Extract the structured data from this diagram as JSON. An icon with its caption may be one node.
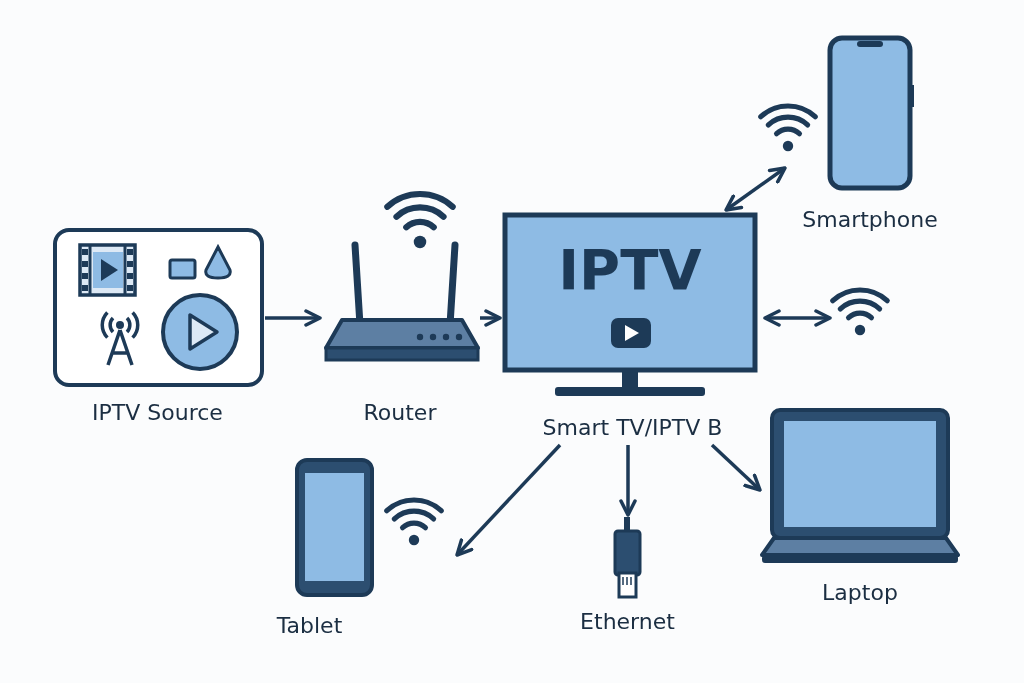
{
  "diagram": {
    "nodes": [
      {
        "text": [
          "IPTV Source"
        ]
      },
      {
        "text": [
          "Router"
        ]
      },
      {
        "text": [
          "IPTV",
          "Smart TV/IPTV B"
        ]
      },
      {
        "text": [
          "Smartphone"
        ]
      },
      {
        "text": [],
        "shape": "picture"
      },
      {
        "text": [
          "Laptop"
        ]
      },
      {
        "text": [
          "Ethernet"
        ]
      },
      {
        "text": [
          "Tablet"
        ]
      }
    ],
    "edges": [
      {
        "from": 0,
        "to": 1,
        "arrow": "to"
      },
      {
        "from": 1,
        "to": 2,
        "arrow": "to"
      },
      {
        "from": 2,
        "to": 3,
        "arrow": "both"
      },
      {
        "from": 2,
        "to": 4,
        "arrow": "both"
      },
      {
        "from": 2,
        "to": 5,
        "arrow": "to"
      },
      {
        "from": 2,
        "to": 6,
        "arrow": "to"
      },
      {
        "from": 2,
        "to": 7,
        "arrow": "to"
      }
    ]
  }
}
